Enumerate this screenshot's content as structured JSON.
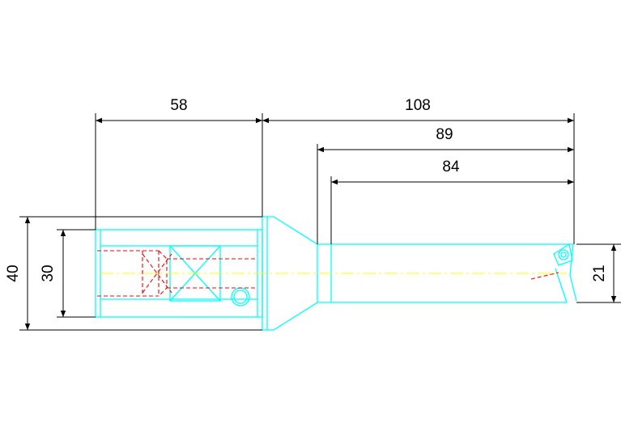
{
  "colors": {
    "background": "#ffffff",
    "outline": "#00ffff",
    "hidden": "#ff0000",
    "centerline": "#ffff00",
    "dimension": "#000000"
  },
  "dimensions": {
    "shank_length": "58",
    "overall_length": "108",
    "body_length": "89",
    "flute_length": "84",
    "flange_diameter": "40",
    "shank_diameter": "30",
    "drill_diameter": "21"
  }
}
